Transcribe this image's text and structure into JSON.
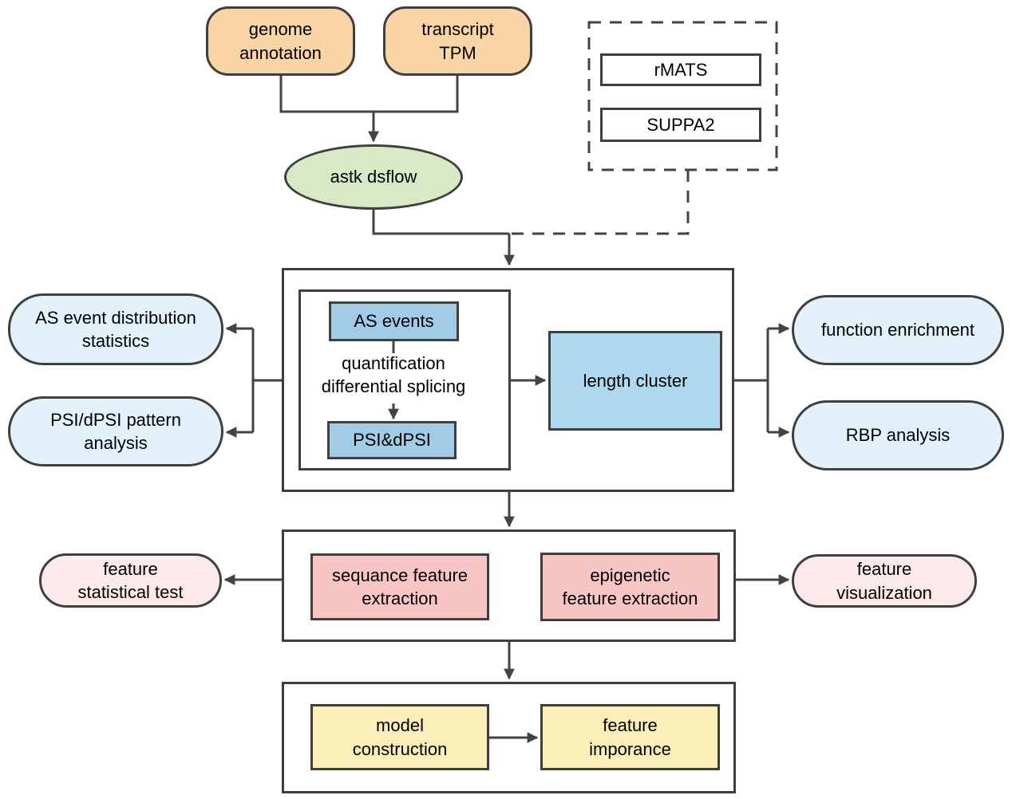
{
  "title": "astk dsflow analysis pipeline flowchart",
  "colors": {
    "background": "#ffffff",
    "border": "#3f3f3f",
    "line": "#434343",
    "orange_fill": "#f9d5a5",
    "green_fill": "#d8e9c5",
    "blue_fill": "#a2cbe8",
    "blue_large_fill": "#afd8ef",
    "pill_blue_fill": "#e3f1fb",
    "pink_fill": "#f8c5c5",
    "pill_pink_fill": "#fce9ea",
    "yellow_fill": "#fbeeb8",
    "white_fill": "#ffffff"
  },
  "nodes": {
    "genome_annotation": "genome\nannotation",
    "transcript_tpm": "transcript\nTPM",
    "rmats": "rMATS",
    "suppa2": "SUPPA2",
    "astk_dsflow": "astk dsflow",
    "as_events": "AS events",
    "quantification": "quantification\ndifferential splicing",
    "psi_dpsi": "PSI&dPSI",
    "length_cluster": "length cluster",
    "as_event_distribution": "AS event distribution\nstatistics",
    "psi_dpsi_pattern": "PSI/dPSI pattern\nanalysis",
    "function_enrichment": "function enrichment",
    "rbp_analysis": "RBP analysis",
    "sequence_feature": "sequance feature\nextraction",
    "epigenetic_feature": "epigenetic\nfeature extraction",
    "feature_statistical_test": "feature\nstatistical test",
    "feature_visualization": "feature\nvisualization",
    "model_construction": "model\nconstruction",
    "feature_importance": "feature\nimporance"
  },
  "edges": [
    {
      "from": "genome_annotation",
      "to": "astk_dsflow",
      "style": "solid"
    },
    {
      "from": "transcript_tpm",
      "to": "astk_dsflow",
      "style": "solid"
    },
    {
      "from": "rmats_suppa2_group",
      "to": "splicing_analysis_section",
      "style": "dashed"
    },
    {
      "from": "astk_dsflow",
      "to": "splicing_analysis_section",
      "style": "solid"
    },
    {
      "from": "as_events",
      "to": "psi_dpsi",
      "via_label": "quantification differential splicing",
      "style": "solid"
    },
    {
      "from": "as_quantification_box",
      "to": "length_cluster",
      "style": "solid"
    },
    {
      "from": "splicing_analysis_section",
      "to": "as_event_distribution",
      "style": "solid"
    },
    {
      "from": "splicing_analysis_section",
      "to": "psi_dpsi_pattern",
      "style": "solid"
    },
    {
      "from": "splicing_analysis_section",
      "to": "function_enrichment",
      "style": "solid"
    },
    {
      "from": "splicing_analysis_section",
      "to": "rbp_analysis",
      "style": "solid"
    },
    {
      "from": "splicing_analysis_section",
      "to": "feature_extraction_section",
      "style": "solid"
    },
    {
      "from": "feature_extraction_section",
      "to": "feature_statistical_test",
      "style": "solid"
    },
    {
      "from": "feature_extraction_section",
      "to": "feature_visualization",
      "style": "solid"
    },
    {
      "from": "feature_extraction_section",
      "to": "model_section",
      "style": "solid"
    },
    {
      "from": "model_construction",
      "to": "feature_importance",
      "style": "solid"
    }
  ]
}
